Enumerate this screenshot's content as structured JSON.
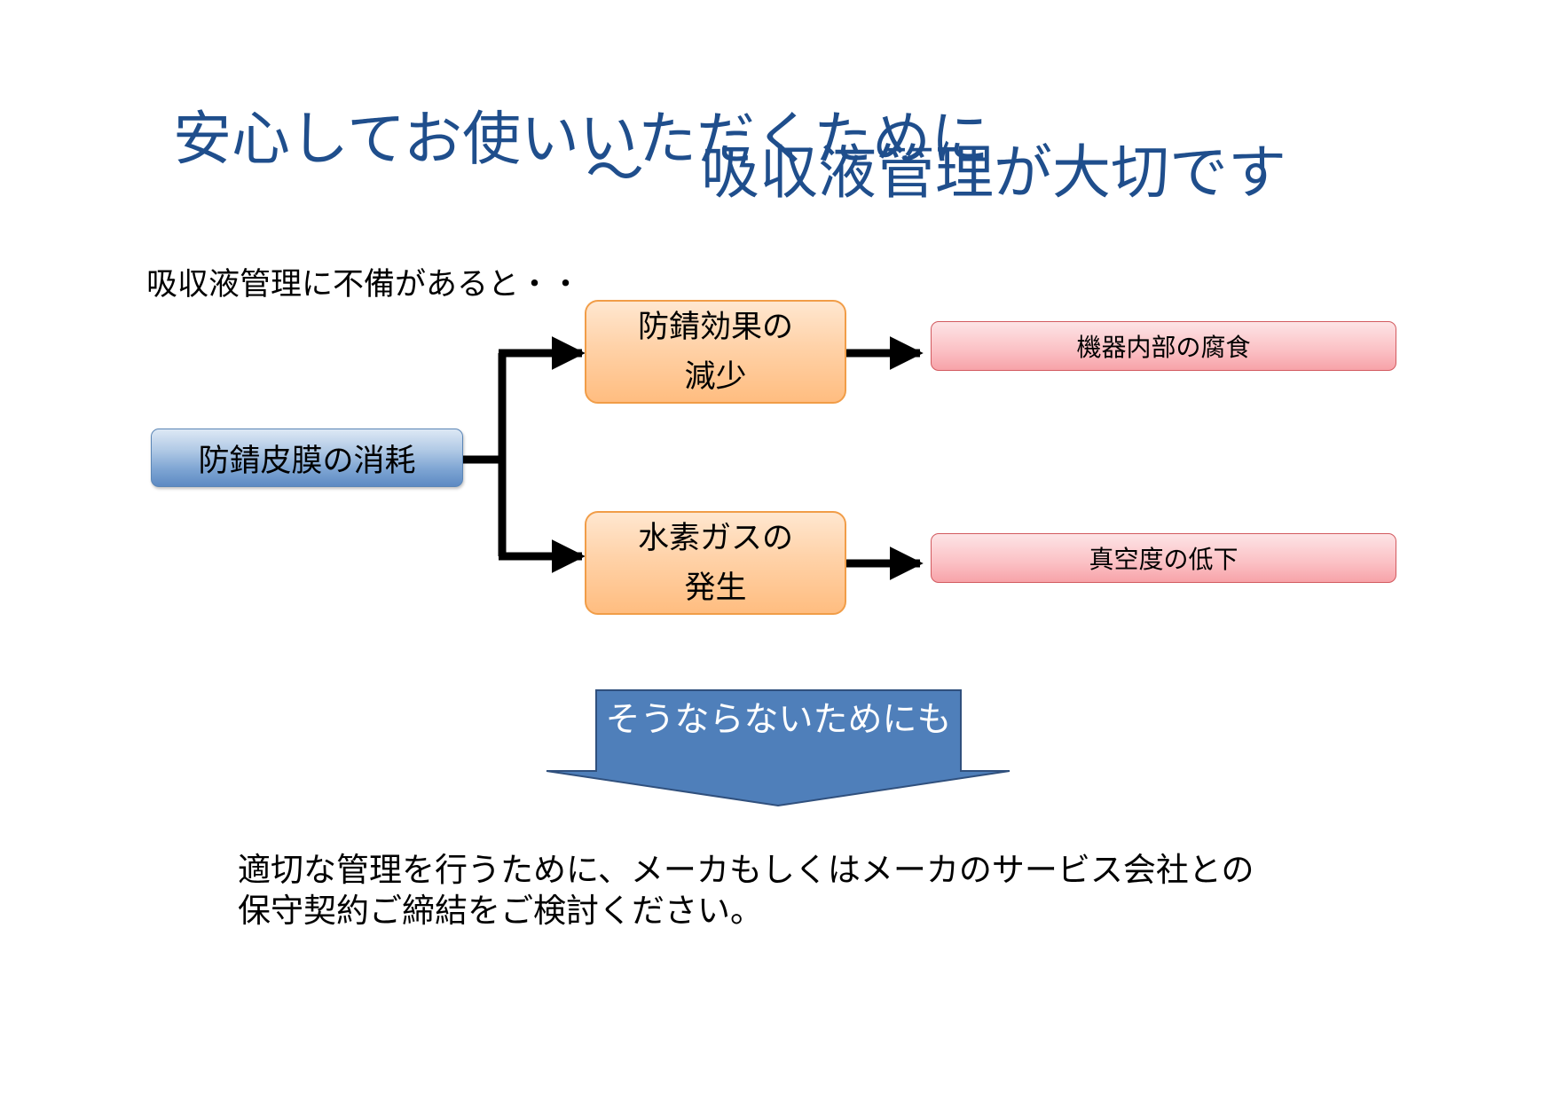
{
  "title": {
    "line1": "安心してお使いいただくために",
    "line2_prefix": "～",
    "line2": "吸収液管理が大切です"
  },
  "subtitle": "吸収液管理に不備があると・・",
  "diagram": {
    "cause": "防錆皮膜の消耗",
    "effects": [
      {
        "line1": "防錆効果の",
        "line2": "減少",
        "result": "機器内部の腐食"
      },
      {
        "line1": "水素ガスの",
        "line2": "発生",
        "result": "真空度の低下"
      }
    ]
  },
  "callout": "そうならないためにも",
  "note": {
    "line1": "適切な管理を行うために、メーカもしくはメーカのサービス会社との",
    "line2": "保守契約ご締結をご検討ください。"
  },
  "colors": {
    "title": "#1f4e8c",
    "arrow_fill": "#4f7fba",
    "cause_box": "#7ea5d3",
    "effect_box": "#ffd2a8",
    "result_box": "#fbc0c4"
  }
}
